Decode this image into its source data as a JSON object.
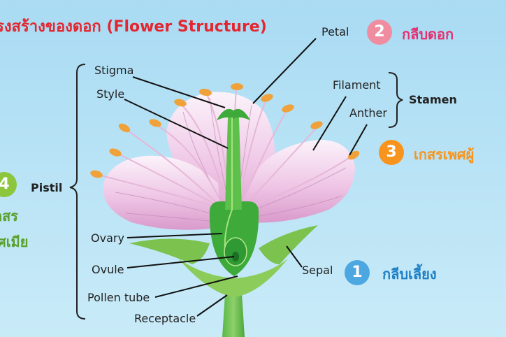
{
  "title": "รงสร้างของดอก (Flower Structure)",
  "labels": {
    "petal": "Petal",
    "stigma": "Stigma",
    "style": "Style",
    "filament": "Filament",
    "stamen": "Stamen",
    "anther": "Anther",
    "pistil": "Pistil",
    "ovary": "Ovary",
    "ovule": "Ovule",
    "pollen_tube": "Pollen tube",
    "receptacle": "Receptacle",
    "sepal": "Sepal"
  },
  "parts": [
    {
      "number": "2",
      "thai": "กลีบดอก",
      "color": "#f08ca0",
      "text_color": "#e53070"
    },
    {
      "number": "3",
      "thai": "เกสรเพศผู้",
      "color": "#f7941d",
      "text_color": "#f7941d"
    },
    {
      "number": "1",
      "thai": "กลีบเลี้ยง",
      "color": "#4da7e0",
      "text_color": "#1d7fc5"
    },
    {
      "number": "4",
      "thai_line1": "เกสร",
      "thai_line2": "เพศเมีย",
      "color": "#8cc63f",
      "text_color": "#5aa02c"
    }
  ]
}
